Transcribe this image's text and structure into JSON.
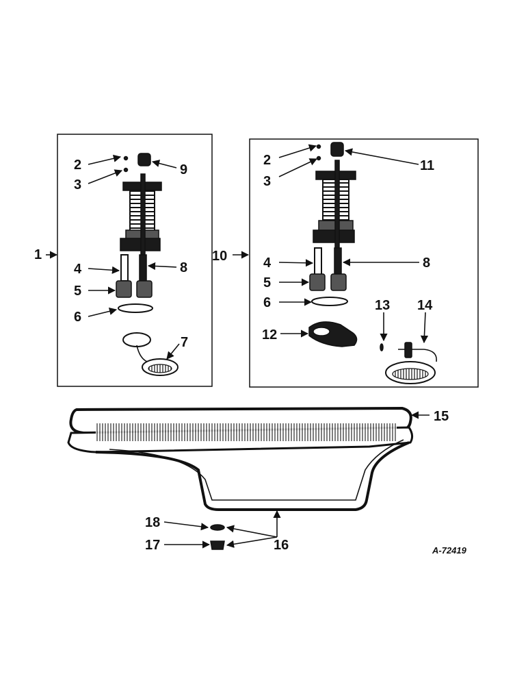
{
  "callouts": {
    "l_1": "1",
    "l_2": "2",
    "l_3": "3",
    "l_4": "4",
    "l_5": "5",
    "l_6": "6",
    "l_7": "7",
    "l_8": "8",
    "l_9": "9",
    "r_10": "10",
    "r_2": "2",
    "r_3": "3",
    "r_11": "11",
    "r_4": "4",
    "r_8": "8",
    "r_5": "5",
    "r_6": "6",
    "r_13": "13",
    "r_14": "14",
    "r_12": "12",
    "p_15": "15",
    "p_16": "16",
    "p_17": "17",
    "p_18": "18"
  },
  "figure_id": "A-72419"
}
